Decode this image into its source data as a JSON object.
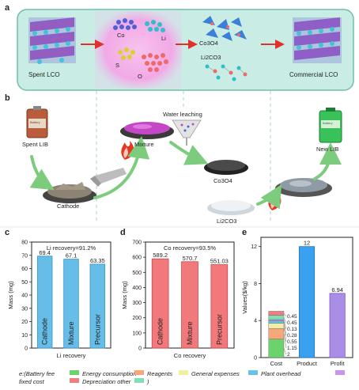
{
  "panel_labels": {
    "a": "a",
    "b": "b",
    "c": "c",
    "d": "d",
    "e": "e"
  },
  "panel_a": {
    "spent": "Spent LCO",
    "commercial": "Commercial LCO",
    "elements": [
      "Co",
      "Li",
      "S",
      "O"
    ],
    "products": [
      "Co3O4",
      "Li2CO3"
    ],
    "colors": {
      "bg": "#c9ede4",
      "border": "#6fc0a8",
      "arrow": "#e0312b",
      "glow": "#f2a9e6"
    }
  },
  "panel_b": {
    "spent_lib": "Spent LIB",
    "battery_word": "Battery",
    "cathode": "Cathode",
    "mixture": "Mixture",
    "water_leaching": "Water leaching",
    "co3o4": "Co3O4",
    "li2co3": "Li2CO3",
    "new_lib": "New LIB",
    "new_battery_word": "Battery"
  },
  "chart_data": [
    {
      "type": "bar",
      "panel": "c",
      "categories": [
        "Cathode",
        "Mixture",
        "Precursor"
      ],
      "values": [
        69.4,
        67.1,
        63.35
      ],
      "value_labels": [
        "69.4",
        "67.1",
        "63.35"
      ],
      "title": "Li recovery=91.2%",
      "xlabel": "Li recovery",
      "ylabel": "Mass (mg)",
      "ylim": [
        0,
        80
      ],
      "yticks": [
        0,
        10,
        20,
        30,
        40,
        50,
        60,
        70,
        80
      ],
      "color": "#66bde8"
    },
    {
      "type": "bar",
      "panel": "d",
      "categories": [
        "Cathode",
        "Mixture",
        "Precursor"
      ],
      "values": [
        589.2,
        570.7,
        551.03
      ],
      "value_labels": [
        "589.2",
        "570.7",
        "551.03"
      ],
      "title": "Co recovery=93.5%",
      "xlabel": "Co recovery",
      "ylabel": "Mass (mg)",
      "ylim": [
        0,
        700
      ],
      "yticks": [
        0,
        100,
        200,
        300,
        400,
        500,
        600,
        700
      ],
      "color": "#f2797b"
    },
    {
      "type": "bar",
      "panel": "e",
      "categories": [
        "Cost",
        "Product",
        "Profit"
      ],
      "ylabel": "Values($/kg)",
      "ylim": [
        0,
        13
      ],
      "yticks": [
        0,
        4,
        8,
        12
      ],
      "cost_stack": {
        "values": [
          2,
          1.15,
          0.55,
          0.28,
          0.13,
          0.45,
          0.45
        ],
        "labels": [
          "2",
          "1.15",
          "0.55",
          "0.28",
          "0.13",
          "0.45",
          "0.45"
        ],
        "colors": [
          "#6cd36c",
          "#f6a87a",
          "#f0eea0",
          "#6bc0ea",
          "#c995ea",
          "#7ee0b4",
          "#ee7f7f"
        ]
      },
      "product": {
        "value": 12,
        "label": "12",
        "color": "#3aa1f0"
      },
      "profit": {
        "value": 6.94,
        "label": "6.94",
        "color": "#a98de6"
      },
      "legend": [
        {
          "text": "e:(Battery fee",
          "color": ""
        },
        {
          "text": "Energy consumption",
          "color": "#6cd36c"
        },
        {
          "text": "Reagents",
          "color": "#f6a87a"
        },
        {
          "text": "General expenses",
          "color": "#f0eea0"
        },
        {
          "text": "Plant overhead",
          "color": "#6bc0ea"
        },
        {
          "text": "",
          "color": "#c995ea"
        },
        {
          "text": "fixed cost",
          "color": ""
        },
        {
          "text": "Depreciation other",
          "color": "#ee7f7f"
        },
        {
          "text": ")",
          "color": "#7ee0b4"
        }
      ]
    }
  ]
}
